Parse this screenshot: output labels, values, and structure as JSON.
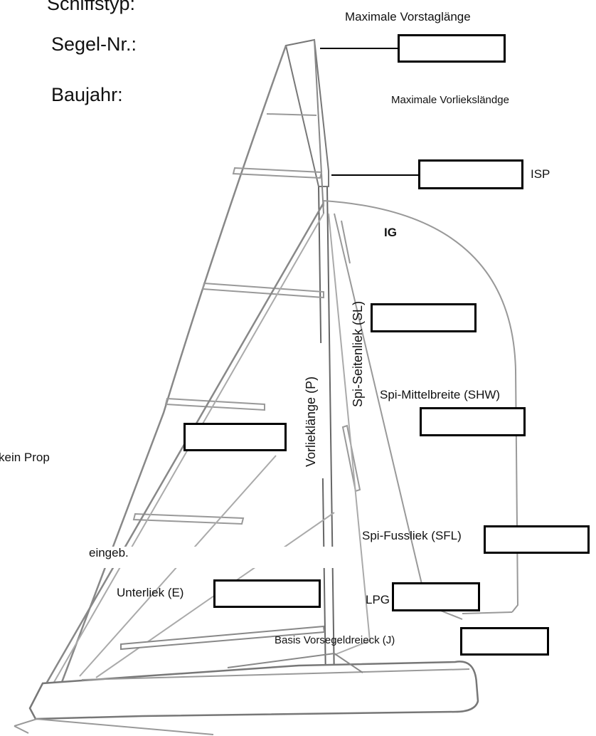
{
  "header": {
    "schiffstyp_label": "Schiffstyp:",
    "segel_nr_label": "Segel-Nr.:",
    "baujahr_label": "Baujahr:"
  },
  "labels": {
    "max_vorstag": "Maximale Vorstaglänge",
    "max_vorliek": "Maximale Vorlieksländge",
    "isp": "ISP",
    "ig": "IG",
    "spi_seitenliek": "Spi-Seitenliek (SL)",
    "vorlieklaenge": "Vorlieklänge (P)",
    "spi_mittelbreite": "Spi-Mittelbreite (SHW)",
    "kein_prop": "kein Prop",
    "eingeb": "eingeb.",
    "spi_fussliek": "Spi-Fussliek (SFL)",
    "unterliek": "Unterliek (E)",
    "lpg": "LPG",
    "basis_vorsegeldreieck": "Basis Vorsegeldreieck (J)"
  },
  "fields": {
    "vorstag": "",
    "isp": "",
    "spi_seitenliek": "",
    "vorliek": "",
    "spi_mittelbreite": "",
    "spi_fussliek": "",
    "unterliek": "",
    "lpg": "",
    "basis_j": ""
  }
}
